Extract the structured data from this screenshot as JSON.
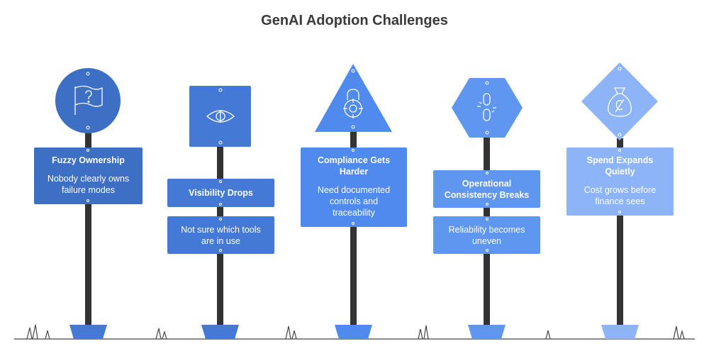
{
  "title": "GenAI Adoption Challenges",
  "colors": {
    "sign1": "#3d6fc4",
    "sign2": "#447ad6",
    "sign3": "#4f8aee",
    "sign4": "#5f96f0",
    "sign5": "#8db4f7",
    "pole": "#333333",
    "ground": "#444444"
  },
  "signs": [
    {
      "icon": "question-flag-icon",
      "head": "Fuzzy Ownership",
      "body": "Nobody clearly owns failure modes"
    },
    {
      "icon": "eye-scan-icon",
      "head": "Visibility Drops",
      "body": "Not sure which tools are in use"
    },
    {
      "icon": "lock-crosshair-icon",
      "head": "Compliance Gets Harder",
      "body": "Need documented controls and traceability"
    },
    {
      "icon": "broken-link-icon",
      "head": "Operational Consistency Breaks",
      "body": "Reliability becomes uneven"
    },
    {
      "icon": "money-bag-icon",
      "head": "Spend Expands Quietly",
      "body": "Cost grows before finance sees"
    }
  ]
}
